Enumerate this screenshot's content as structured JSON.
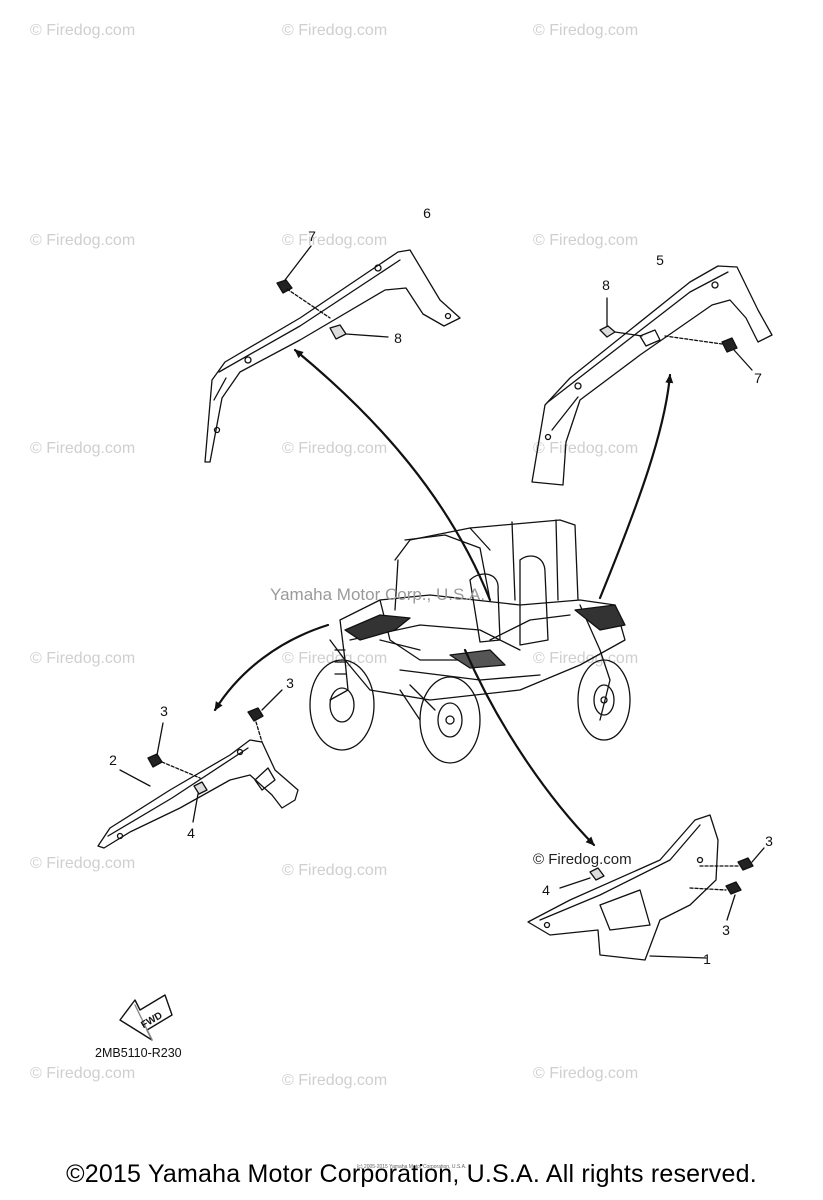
{
  "watermarks": {
    "firedog": "© Firedog.com",
    "yamaha": "Yamaha Motor Corp., U.S.A.",
    "firedog_mark": "© Firedog.com"
  },
  "callouts": {
    "c1": "1",
    "c2": "2",
    "c3a": "3",
    "c3b": "3",
    "c3c": "3",
    "c3d": "3",
    "c4a": "4",
    "c4b": "4",
    "c5": "5",
    "c6": "6",
    "c7a": "7",
    "c7b": "7",
    "c8a": "8",
    "c8b": "8"
  },
  "fwd_label": "FWD",
  "part_code": "2MB5110-R230",
  "footer": {
    "copyright": "©2015 Yamaha Motor Corporation, U.S.A. All rights reserved.",
    "tiny": "(c) 2005-2015 Yamaha Motor Corporation, U.S.A."
  }
}
